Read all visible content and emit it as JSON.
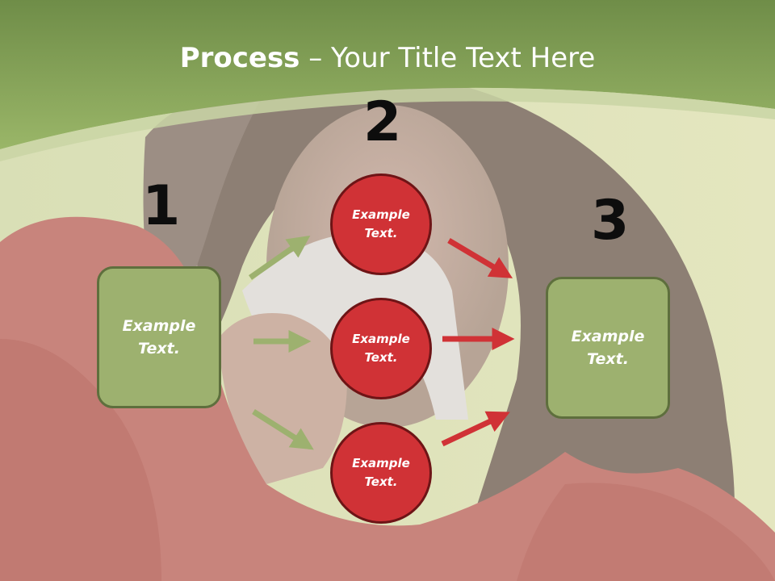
{
  "title": {
    "bold": "Process",
    "rest": " – Your Title Text Here"
  },
  "numbers": [
    "1",
    "2",
    "3"
  ],
  "left_box": {
    "line1": "Example",
    "line2": "Text."
  },
  "right_box": {
    "line1": "Example",
    "line2": "Text."
  },
  "circles": [
    {
      "line1": "Example",
      "line2": "Text."
    },
    {
      "line1": "Example",
      "line2": "Text."
    },
    {
      "line1": "Example",
      "line2": "Text."
    }
  ],
  "colors": {
    "green_fill": "#9db16f",
    "green_border": "#5e6f3d",
    "green_arrow": "#9db16f",
    "red_fill": "#d03236",
    "red_border": "#6e1416",
    "red_arrow": "#d03236",
    "header_green": "#8aa658"
  }
}
